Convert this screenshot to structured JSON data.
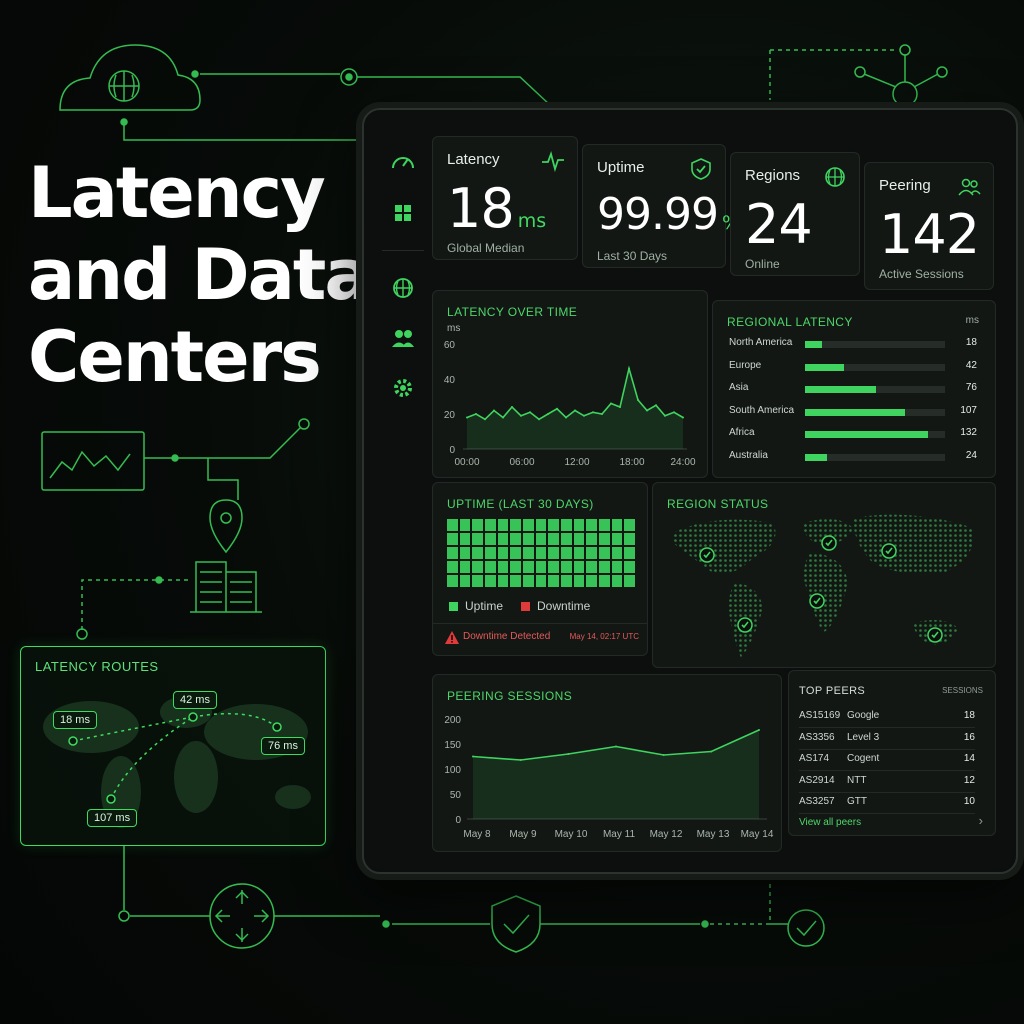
{
  "hero": {
    "line1": "Latency",
    "line2": "and Data",
    "line3": "Centers"
  },
  "colors": {
    "accent": "#3fd45f",
    "downtime": "#e03b3b",
    "background": "#070b08"
  },
  "routes": {
    "title": "LATENCY ROUTES",
    "tags": [
      "18 ms",
      "42 ms",
      "76 ms",
      "107 ms"
    ]
  },
  "sidebar": {
    "icons": [
      "gauge-icon",
      "grid-icon",
      "globe-icon",
      "users-icon",
      "settings-icon"
    ]
  },
  "kpis": [
    {
      "label": "Latency",
      "value": "18",
      "unit": "ms",
      "sub": "Global Median",
      "icon": "pulse-icon"
    },
    {
      "label": "Uptime",
      "value": "99.99",
      "unit": "%",
      "sub": "Last 30 Days",
      "icon": "shield-check-icon"
    },
    {
      "label": "Regions",
      "value": "24",
      "unit": "",
      "sub": "Online",
      "icon": "globe-icon"
    },
    {
      "label": "Peering",
      "value": "142",
      "unit": "",
      "sub": "Active Sessions",
      "icon": "users-icon"
    }
  ],
  "latency_over_time": {
    "title": "LATENCY OVER TIME",
    "ylabel": "ms",
    "yticks": [
      "60",
      "40",
      "20",
      "0"
    ],
    "xticks": [
      "00:00",
      "06:00",
      "12:00",
      "18:00",
      "24:00"
    ]
  },
  "regional_latency": {
    "title": "REGIONAL LATENCY",
    "unit": "ms",
    "max": 150,
    "rows": [
      {
        "name": "North America",
        "value": 18
      },
      {
        "name": "Europe",
        "value": 42
      },
      {
        "name": "Asia",
        "value": 76
      },
      {
        "name": "South America",
        "value": 107
      },
      {
        "name": "Africa",
        "value": 132
      },
      {
        "name": "Australia",
        "value": 24
      }
    ]
  },
  "uptime": {
    "title": "UPTIME (LAST 30 DAYS)",
    "legend_up": "Uptime",
    "legend_down": "Downtime",
    "alert": "Downtime Detected",
    "alert_time": "May 14, 02:17 UTC"
  },
  "region_status": {
    "title": "REGION STATUS"
  },
  "peering_sessions": {
    "title": "PEERING SESSIONS",
    "yticks": [
      "200",
      "150",
      "100",
      "50",
      "0"
    ],
    "xticks": [
      "May 8",
      "May 9",
      "May 10",
      "May 11",
      "May 12",
      "May 13",
      "May 14"
    ]
  },
  "top_peers": {
    "title": "TOP PEERS",
    "col": "SESSIONS",
    "rows": [
      {
        "as": "AS15169",
        "name": "Google",
        "value": "18"
      },
      {
        "as": "AS3356",
        "name": "Level 3",
        "value": "16"
      },
      {
        "as": "AS174",
        "name": "Cogent",
        "value": "14"
      },
      {
        "as": "AS2914",
        "name": "NTT",
        "value": "12"
      },
      {
        "as": "AS3257",
        "name": "GTT",
        "value": "10"
      }
    ],
    "link": "View all peers"
  },
  "chart_data": [
    {
      "type": "line",
      "title": "LATENCY OVER TIME",
      "ylabel": "ms",
      "ylim": [
        0,
        60
      ],
      "x": [
        "00:00",
        "01:00",
        "02:00",
        "03:00",
        "04:00",
        "05:00",
        "06:00",
        "07:00",
        "08:00",
        "09:00",
        "10:00",
        "11:00",
        "12:00",
        "13:00",
        "14:00",
        "15:00",
        "16:00",
        "17:00",
        "18:00",
        "19:00",
        "20:00",
        "21:00",
        "22:00",
        "23:00",
        "24:00"
      ],
      "series": [
        {
          "values": [
            18,
            20,
            17,
            22,
            18,
            24,
            19,
            21,
            17,
            20,
            23,
            18,
            22,
            19,
            21,
            20,
            26,
            24,
            46,
            28,
            22,
            25,
            19,
            21,
            18
          ]
        }
      ]
    },
    {
      "type": "bar",
      "title": "REGIONAL LATENCY",
      "categories": [
        "North America",
        "Europe",
        "Asia",
        "South America",
        "Africa",
        "Australia"
      ],
      "values": [
        18,
        42,
        76,
        107,
        132,
        24
      ]
    },
    {
      "type": "line",
      "title": "PEERING SESSIONS",
      "ylim": [
        0,
        200
      ],
      "x": [
        "May 8",
        "May 9",
        "May 10",
        "May 11",
        "May 12",
        "May 13",
        "May 14"
      ],
      "series": [
        {
          "values": [
            125,
            118,
            130,
            145,
            128,
            135,
            178
          ]
        }
      ]
    }
  ]
}
